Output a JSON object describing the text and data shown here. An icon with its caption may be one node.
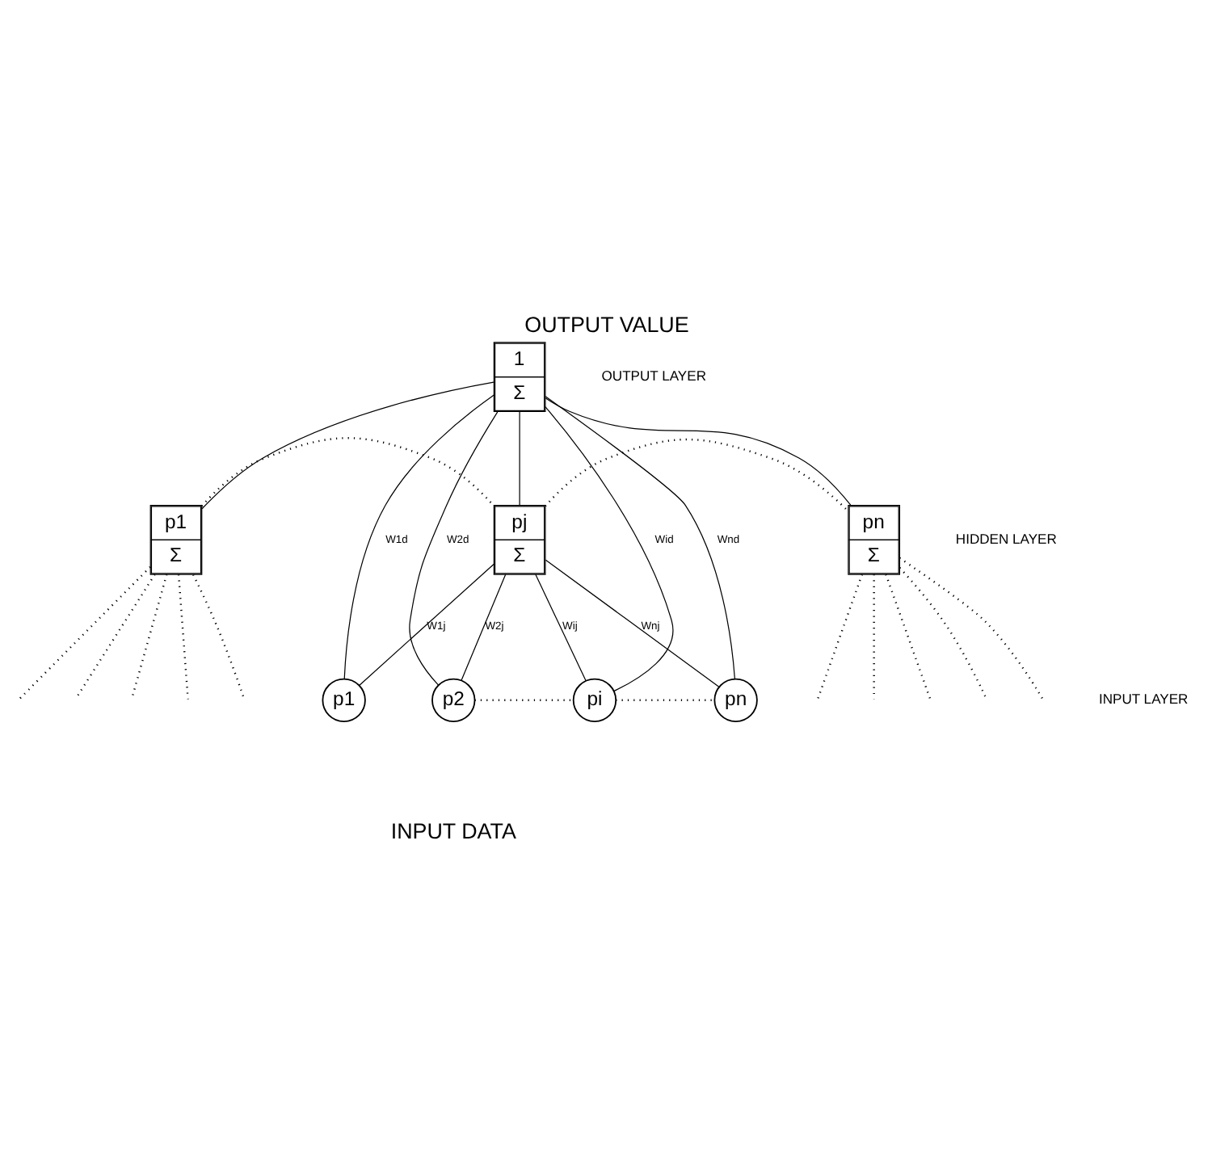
{
  "diagram": {
    "title": "OUTPUT VALUE",
    "caption": "INPUT DATA",
    "nodes": [
      {
        "text": [
          "1",
          "Σ"
        ]
      },
      {
        "text": [
          "p1",
          "Σ"
        ]
      },
      {
        "text": [
          "pj",
          "Σ"
        ]
      },
      {
        "text": [
          "pn",
          "Σ"
        ]
      },
      {
        "text": [
          "p1"
        ]
      },
      {
        "text": [
          "p2"
        ]
      },
      {
        "text": [
          "pi"
        ]
      },
      {
        "text": [
          "pn"
        ]
      }
    ],
    "edges": [
      {
        "from": 0,
        "to": 1,
        "arrow": "none"
      },
      {
        "from": 0,
        "to": 2,
        "arrow": "none"
      },
      {
        "from": 0,
        "to": 3,
        "arrow": "none"
      },
      {
        "from": 1,
        "to": 2,
        "arrow": "none",
        "style": "dashed"
      },
      {
        "from": 2,
        "to": 3,
        "arrow": "none",
        "style": "dashed"
      },
      {
        "from": 1,
        "to": null,
        "arrow": "none",
        "style": "dashed"
      },
      {
        "from": 1,
        "to": null,
        "arrow": "none",
        "style": "dashed"
      },
      {
        "from": 1,
        "to": null,
        "arrow": "none",
        "style": "dashed"
      },
      {
        "from": 1,
        "to": null,
        "arrow": "none",
        "style": "dashed"
      },
      {
        "from": 1,
        "to": null,
        "arrow": "none",
        "style": "dashed"
      },
      {
        "from": 3,
        "to": null,
        "arrow": "none",
        "style": "dashed"
      },
      {
        "from": 3,
        "to": null,
        "arrow": "none",
        "style": "dashed"
      },
      {
        "from": 3,
        "to": null,
        "arrow": "none",
        "style": "dashed"
      },
      {
        "from": 3,
        "to": null,
        "arrow": "none",
        "style": "dashed"
      },
      {
        "from": 3,
        "to": null,
        "arrow": "none",
        "style": "dashed"
      },
      {
        "from": 0,
        "to": 4,
        "arrow": "none",
        "label": "W1d"
      },
      {
        "from": 0,
        "to": 5,
        "arrow": "none",
        "label": "W2d"
      },
      {
        "from": 0,
        "to": 6,
        "arrow": "none",
        "label": "Wid"
      },
      {
        "from": 0,
        "to": 7,
        "arrow": "none",
        "label": "Wnd"
      },
      {
        "from": 2,
        "to": 4,
        "arrow": "none",
        "label": "W1j"
      },
      {
        "from": 2,
        "to": 5,
        "arrow": "none",
        "label": "W2j"
      },
      {
        "from": 2,
        "to": 6,
        "arrow": "none",
        "label": "Wij"
      },
      {
        "from": 2,
        "to": 7,
        "arrow": "none",
        "label": "Wnj"
      },
      {
        "from": 5,
        "to": 6,
        "arrow": "none",
        "style": "dashed"
      },
      {
        "from": 6,
        "to": 7,
        "arrow": "none",
        "style": "dashed"
      }
    ],
    "labels": [
      "OUTPUT LAYER",
      "HIDDEN LAYER",
      "INPUT LAYER"
    ]
  }
}
